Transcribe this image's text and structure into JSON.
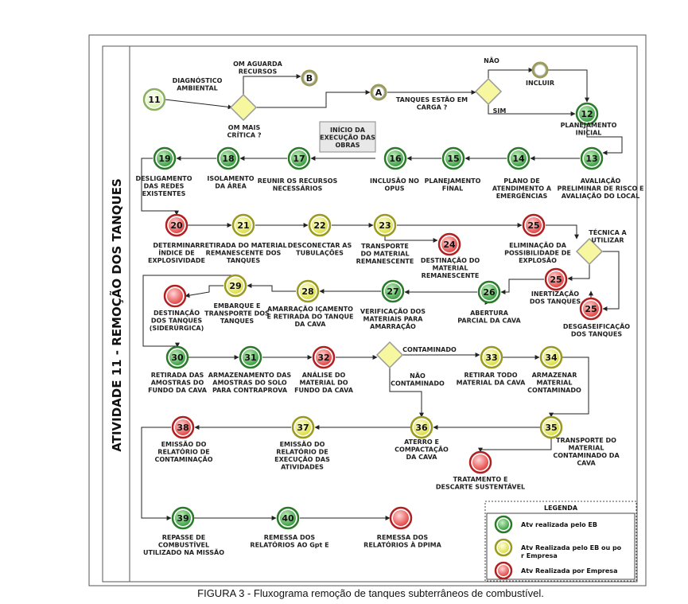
{
  "side_title": "ATIVIDADE 11 - REMOÇÃO DOS TANQUES",
  "caption": "FIGURA 3 - Fluxograma remoção de tanques subterrâneos de combustível.",
  "colors": {
    "green": "#5cb85c",
    "yellow": "#eef07a",
    "red": "#ef6f6f",
    "light": "#e8f7c0",
    "border": "#777777"
  },
  "legend": {
    "title": "LEGENDA",
    "items": [
      {
        "color": "green",
        "label": "Atv  realizada pelo EB"
      },
      {
        "color": "yellow",
        "label": "Atv Realizada pelo EB ou por Empresa"
      },
      {
        "color": "red",
        "label": "Atv Realizada por Empresa"
      }
    ]
  },
  "nodes": [
    {
      "id": "n11",
      "num": "11",
      "color": "light",
      "label": [
        "DIAGNÓSTICO",
        "AMBIENTAL"
      ]
    },
    {
      "id": "nB",
      "num": "B",
      "color": "connector",
      "label": [
        "OM AGUARDA",
        "RECURSOS"
      ]
    },
    {
      "id": "nA",
      "num": "A",
      "color": "connector",
      "label": [
        "OM MAIS CRÍTICA"
      ]
    },
    {
      "id": "nInc",
      "num": "",
      "color": "connector",
      "label": [
        "INCLUIR"
      ]
    },
    {
      "id": "n12",
      "num": "12",
      "color": "green",
      "label": [
        "PLANEJAMENTO",
        "INICIAL"
      ]
    },
    {
      "id": "n13",
      "num": "13",
      "color": "green",
      "label": [
        "AVALIAÇÃO",
        "PRELIMINAR DE RISCO E",
        "AVALIAÇÃO DO LOCAL"
      ]
    },
    {
      "id": "n14",
      "num": "14",
      "color": "green",
      "label": [
        "PLANO DE",
        "ATENDIMENTO A",
        "EMERGÊNCIAS"
      ]
    },
    {
      "id": "n15",
      "num": "15",
      "color": "green",
      "label": [
        "PLANEJAMENTO",
        "FINAL"
      ]
    },
    {
      "id": "n16",
      "num": "16",
      "color": "green",
      "label": [
        "INCLUSÃO NO",
        "OPUS"
      ]
    },
    {
      "id": "n17",
      "num": "17",
      "color": "green",
      "label": [
        "REUNIR OS RECURSOS",
        "NECESSÁRIOS"
      ]
    },
    {
      "id": "n18",
      "num": "18",
      "color": "green",
      "label": [
        "ISOLAMENTO",
        "DA ÁREA"
      ]
    },
    {
      "id": "n19",
      "num": "19",
      "color": "green",
      "label": [
        "DESLIGAMENTO",
        "DAS REDES",
        "EXISTENTES"
      ]
    },
    {
      "id": "n20",
      "num": "20",
      "color": "red",
      "label": [
        "DETERMINAR",
        "ÍNDICE DE",
        "EXPLOSIVIDADE"
      ]
    },
    {
      "id": "n21",
      "num": "21",
      "color": "yellow",
      "label": [
        "RETIRADA DO MATERIAL",
        "REMANESCENTE DOS",
        "TANQUES"
      ]
    },
    {
      "id": "n22",
      "num": "22",
      "color": "yellow",
      "label": [
        "DESCONECTAR AS",
        "TUBULAÇÕES"
      ]
    },
    {
      "id": "n23",
      "num": "23",
      "color": "yellow",
      "label": [
        "TRANSPORTE",
        "DO MATERIAL",
        "REMANESCENTE"
      ]
    },
    {
      "id": "n24",
      "num": "24",
      "color": "red",
      "label": [
        "DESTINAÇÃO DO",
        "MATERIAL",
        "REMANESCENTE"
      ]
    },
    {
      "id": "n25a",
      "num": "25",
      "color": "red",
      "label": [
        "ELIMINAÇÃO DA",
        "POSSIBILIDADE DE",
        "EXPLOSÃO"
      ]
    },
    {
      "id": "n25b",
      "num": "25",
      "color": "red",
      "label": [
        "INERTIZAÇÃO",
        "DOS TANQUES"
      ]
    },
    {
      "id": "n25c",
      "num": "25",
      "color": "red",
      "label": [
        "DESGASEIFICAÇÃO",
        "DOS TANQUES"
      ]
    },
    {
      "id": "n26",
      "num": "26",
      "color": "green",
      "label": [
        "ABERTURA",
        "PARCIAL DA CAVA"
      ]
    },
    {
      "id": "n27",
      "num": "27",
      "color": "green",
      "label": [
        "VERIFICAÇÃO DOS",
        "MATERIAIS PARA",
        "AMARRAÇÃO"
      ]
    },
    {
      "id": "n28",
      "num": "28",
      "color": "yellow",
      "label": [
        "AMARRAÇÃO IÇAMENTO",
        "E RETIRADA DO TANQUE",
        "DA CAVA"
      ]
    },
    {
      "id": "n29",
      "num": "29",
      "color": "yellow",
      "label": [
        "EMBARQUE  E",
        "TRANSPORTE DOS",
        "TANQUES"
      ]
    },
    {
      "id": "nDest",
      "num": "",
      "color": "red",
      "label": [
        "DESTINAÇÃO",
        "DOS TANQUES",
        "(SIDERÚRGICA)"
      ]
    },
    {
      "id": "n30",
      "num": "30",
      "color": "green",
      "label": [
        "RETIRADA DAS",
        "AMOSTRAS DO",
        "FUNDO DA CAVA"
      ]
    },
    {
      "id": "n31",
      "num": "31",
      "color": "green",
      "label": [
        "ARMAZENAMENTO DAS",
        "AMOSTRAS DO SOLO",
        "PARA CONTRAPROVA"
      ]
    },
    {
      "id": "n32",
      "num": "32",
      "color": "red",
      "label": [
        "ANÁLISE DO",
        "MATERIAL DO",
        "FUNDO DA CAVA"
      ]
    },
    {
      "id": "n33",
      "num": "33",
      "color": "yellow",
      "label": [
        "RETIRAR TODO",
        "MATERIAL DA CAVA"
      ]
    },
    {
      "id": "n34",
      "num": "34",
      "color": "yellow",
      "label": [
        "ARMAZENAR",
        "MATERIAL",
        "CONTAMINADO"
      ]
    },
    {
      "id": "n35",
      "num": "35",
      "color": "yellow",
      "label": [
        "TRANSPORTE DO",
        "MATERIAL",
        "CONTAMINADO DA",
        "CAVA"
      ]
    },
    {
      "id": "nTrat",
      "num": "",
      "color": "red",
      "label": [
        "TRATAMENTO E",
        "DESCARTE SUSTENTÁVEL"
      ]
    },
    {
      "id": "n36",
      "num": "36",
      "color": "yellow",
      "label": [
        "ATERRO E",
        "COMPACTAÇÃO",
        "DA CAVA"
      ]
    },
    {
      "id": "n37",
      "num": "37",
      "color": "yellow",
      "label": [
        "EMISSÃO DO",
        "RELATÓRIO DE",
        "EXECUÇÃO DAS",
        "ATIVIDADES"
      ]
    },
    {
      "id": "n38",
      "num": "38",
      "color": "red",
      "label": [
        "EMISSÃO DO",
        "RELATÓRIO DE",
        "CONTAMINAÇÃO"
      ]
    },
    {
      "id": "n39",
      "num": "39",
      "color": "green",
      "label": [
        "REPASSE DE",
        "COMBUSTÍVEL",
        "UTILIZADO NA MISSÃO"
      ]
    },
    {
      "id": "n40",
      "num": "40",
      "color": "green",
      "label": [
        "REMESSA DOS",
        "RELATÓRIOS AO Gpt E"
      ]
    },
    {
      "id": "nRem",
      "num": "",
      "color": "red",
      "label": [
        "REMESSA DOS",
        "RELATÓRIOS À DPIMA"
      ]
    }
  ],
  "decisions": [
    {
      "id": "d1",
      "label": [
        "OM MAIS",
        "CRÍTICA ?"
      ]
    },
    {
      "id": "d2",
      "label": [
        "TANQUES ESTÃO EM",
        "CARGA ?"
      ]
    },
    {
      "id": "d3",
      "label": [
        "TÉCNICA A",
        "UTILIZAR"
      ]
    },
    {
      "id": "d4",
      "label": [
        "CONTAMINADO"
      ]
    }
  ],
  "edge_labels": {
    "nao": "NÃO",
    "sim": "SIM",
    "nao_contaminado": [
      "NÃO",
      "CONTAMINADO"
    ]
  },
  "note": [
    "INÍCIO DA",
    "EXECUÇÃO DAS",
    "OBRAS"
  ]
}
